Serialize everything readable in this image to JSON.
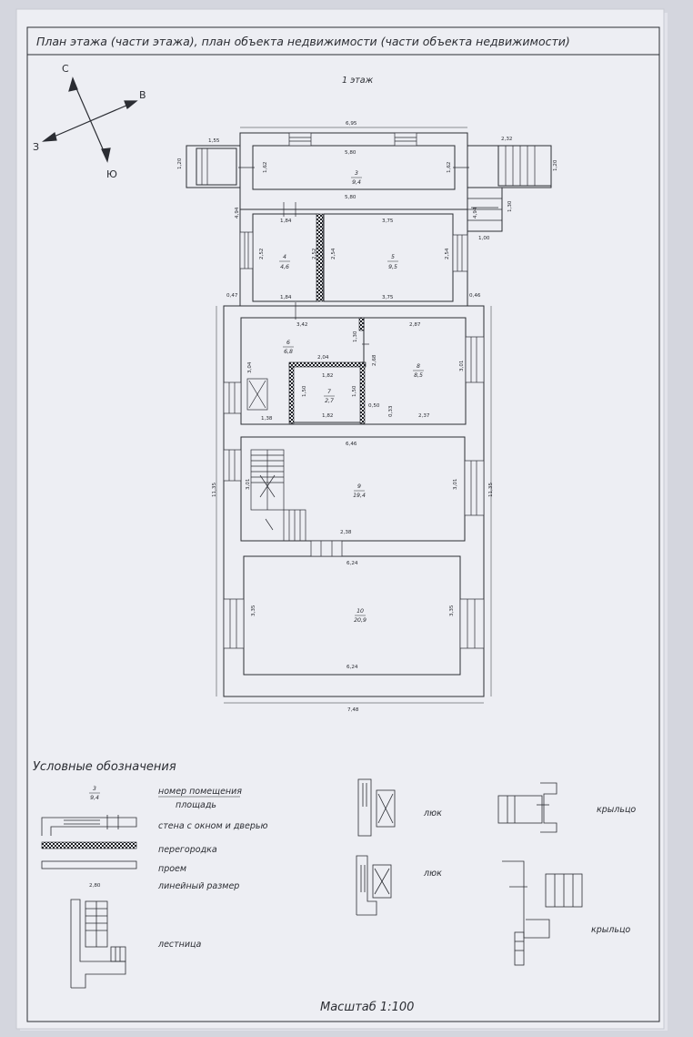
{
  "title": "План этажа (части этажа), план объекта недвижимости (части объекта недвижимости)",
  "floor_label": "1 этаж",
  "compass": {
    "north": "С",
    "east": "В",
    "south": "Ю",
    "west": "З"
  },
  "rooms": [
    {
      "number": "3",
      "area": "9,4"
    },
    {
      "number": "4",
      "area": "4,6"
    },
    {
      "number": "5",
      "area": "9,5"
    },
    {
      "number": "6",
      "area": "6,8"
    },
    {
      "number": "7",
      "area": "2,7"
    },
    {
      "number": "8",
      "area": "8,5"
    },
    {
      "number": "9",
      "area": "19,4"
    },
    {
      "number": "10",
      "area": "20,9"
    }
  ],
  "dimensions": {
    "total_top": "6,95",
    "room3_top": "5,80",
    "room3_bottom": "5,80",
    "porch_left_w": "1,55",
    "porch_left_h": "1,20",
    "porch_right_w": "2,32",
    "porch_right_h": "1,20",
    "room3_left_h": "1,62",
    "room3_right_h": "1,62",
    "left_upper_h": "4,94",
    "right_upper_h": "4,94",
    "side_stair_h": "1,30",
    "side_stair_w": "1,00",
    "room4_top": "1,84",
    "room4_bottom": "1,84",
    "room5_top": "3,75",
    "room5_bottom": "3,75",
    "room4_left": "2,52",
    "room4_right": "2,52",
    "room5_left": "2,54",
    "room5_right": "2,54",
    "gap_left": "0,47",
    "gap_right": "0,46",
    "room6_top": "3,42",
    "room8_top": "2,87",
    "room6_left": "3,04",
    "room7_top_outer": "2,04",
    "room7_top": "1,82",
    "room7_bottom": "1,82",
    "room7_left": "1,50",
    "room7_right": "1,50",
    "corridor_h": "1,30",
    "room8_left": "2,68",
    "room8_right": "3,01",
    "small_w": "0,50",
    "small_h": "0,33",
    "room6_bottom": "1,38",
    "room8_bottom": "2,37",
    "room9_top": "6,46",
    "room9_left": "3,01",
    "room9_right": "3,01",
    "stair_w": "2,38",
    "total_left": "11,35",
    "total_right": "11,35",
    "room10_top": "6,24",
    "room10_bottom": "6,24",
    "room10_left": "3,35",
    "room10_right": "3,35",
    "total_bottom": "7,48"
  },
  "legend": {
    "heading": "Условные обозначения",
    "sample_number": "3",
    "sample_area": "9,4",
    "room_number_label": "номер помещения",
    "area_label": "площадь",
    "wall_label": "стена с окном и дверью",
    "partition_label": "перегородка",
    "opening_label": "проем",
    "dimension_value": "2,80",
    "dimension_label": "линейный размер",
    "stair_label": "лестница",
    "hatch_label_1": "люк",
    "hatch_label_2": "люк",
    "porch_label_1": "крыльцо",
    "porch_label_2": "крыльцо"
  },
  "scale": "Масштаб 1:100"
}
